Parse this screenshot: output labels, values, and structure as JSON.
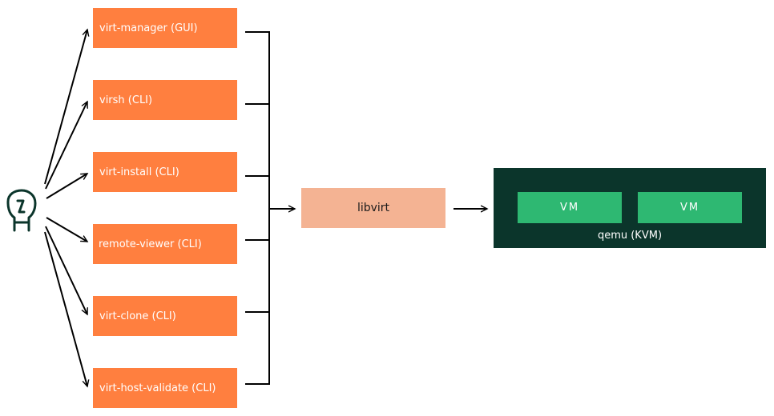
{
  "tools": [
    {
      "label": "virt-manager (GUI)"
    },
    {
      "label": "virsh (CLI)"
    },
    {
      "label": "virt-install (CLI)"
    },
    {
      "label": "remote-viewer (CLI)"
    },
    {
      "label": "virt-clone (CLI)"
    },
    {
      "label": "virt-host-validate (CLI)"
    }
  ],
  "libvirt": {
    "label": "libvirt"
  },
  "hypervisor": {
    "label": "qemu (KVM)",
    "vms": [
      {
        "label": "VM"
      },
      {
        "label": "VM"
      }
    ]
  },
  "colors": {
    "tool_box": "#ff7f3f",
    "libvirt_box": "#f4b393",
    "hypervisor_box": "#0b352b",
    "vm_box": "#2eb872",
    "user_icon": "#0b352b",
    "arrows": "#000000"
  },
  "icons": {
    "user": "person-head-icon"
  }
}
